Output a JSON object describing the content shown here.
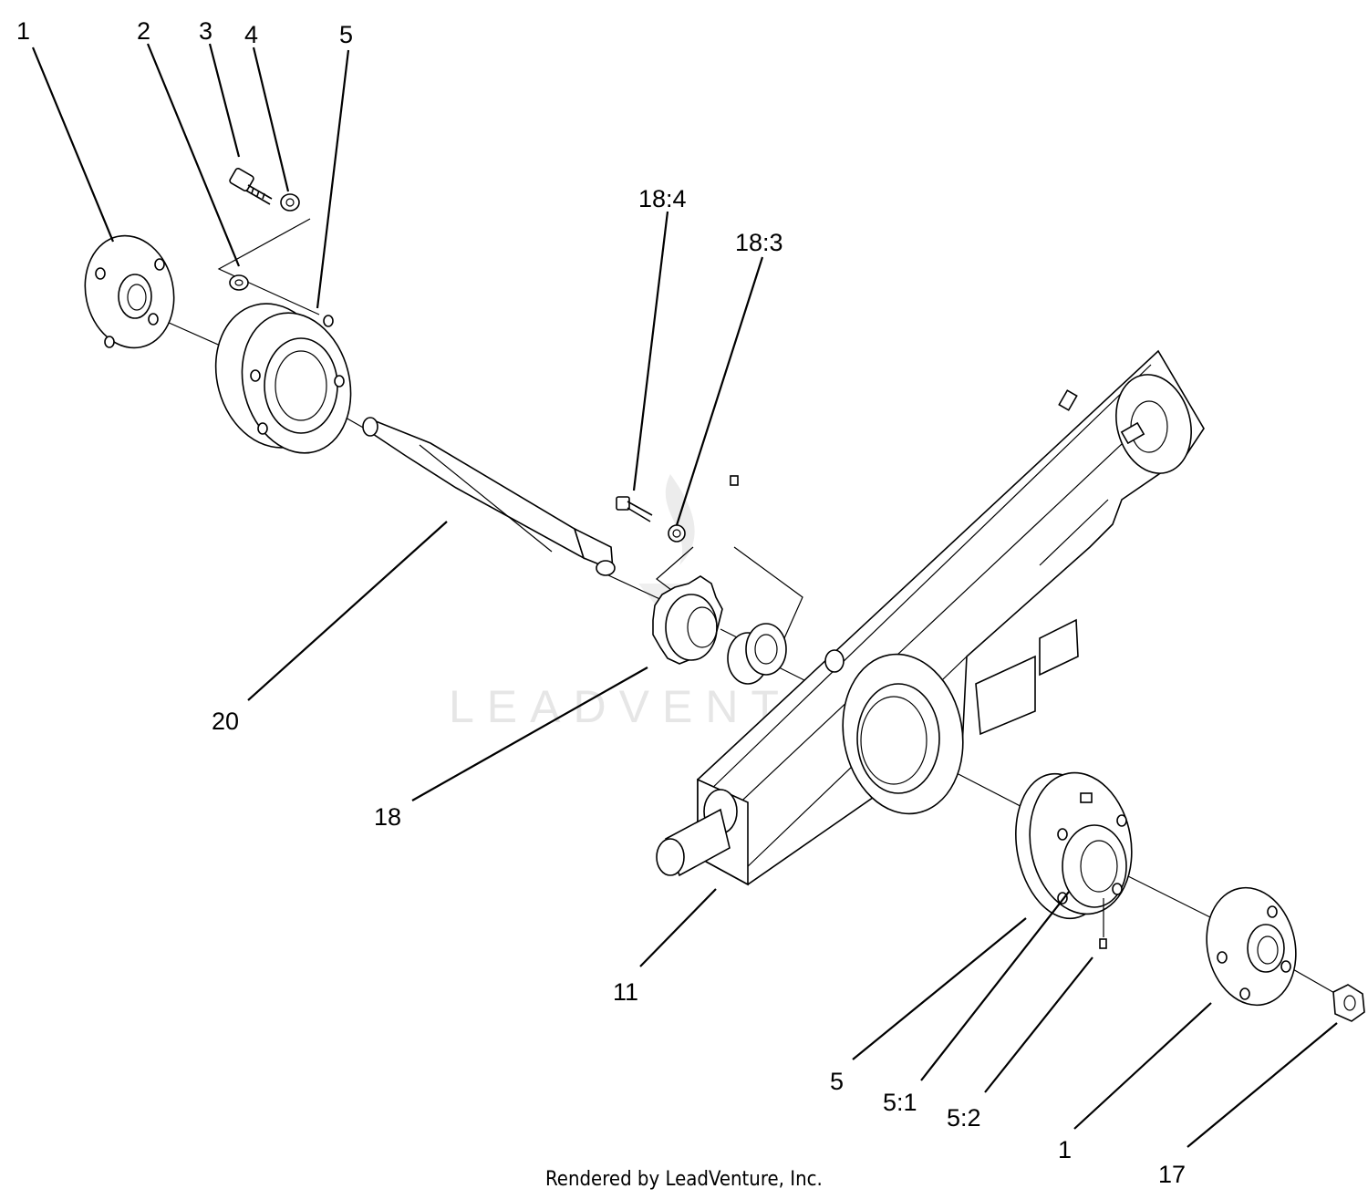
{
  "diagram": {
    "callouts": [
      {
        "id": "c1-left",
        "label": "1"
      },
      {
        "id": "c2",
        "label": "2"
      },
      {
        "id": "c3",
        "label": "3"
      },
      {
        "id": "c4",
        "label": "4"
      },
      {
        "id": "c5-top",
        "label": "5"
      },
      {
        "id": "c18-4",
        "label": "18:4"
      },
      {
        "id": "c18-3",
        "label": "18:3"
      },
      {
        "id": "c20",
        "label": "20"
      },
      {
        "id": "c18",
        "label": "18"
      },
      {
        "id": "c11",
        "label": "11"
      },
      {
        "id": "c5-bottom",
        "label": "5"
      },
      {
        "id": "c5-1",
        "label": "5:1"
      },
      {
        "id": "c5-2",
        "label": "5:2"
      },
      {
        "id": "c1-right",
        "label": "1"
      },
      {
        "id": "c17",
        "label": "17"
      }
    ],
    "watermark": "LEADVENTURE",
    "footer": "Rendered by LeadVenture, Inc."
  }
}
